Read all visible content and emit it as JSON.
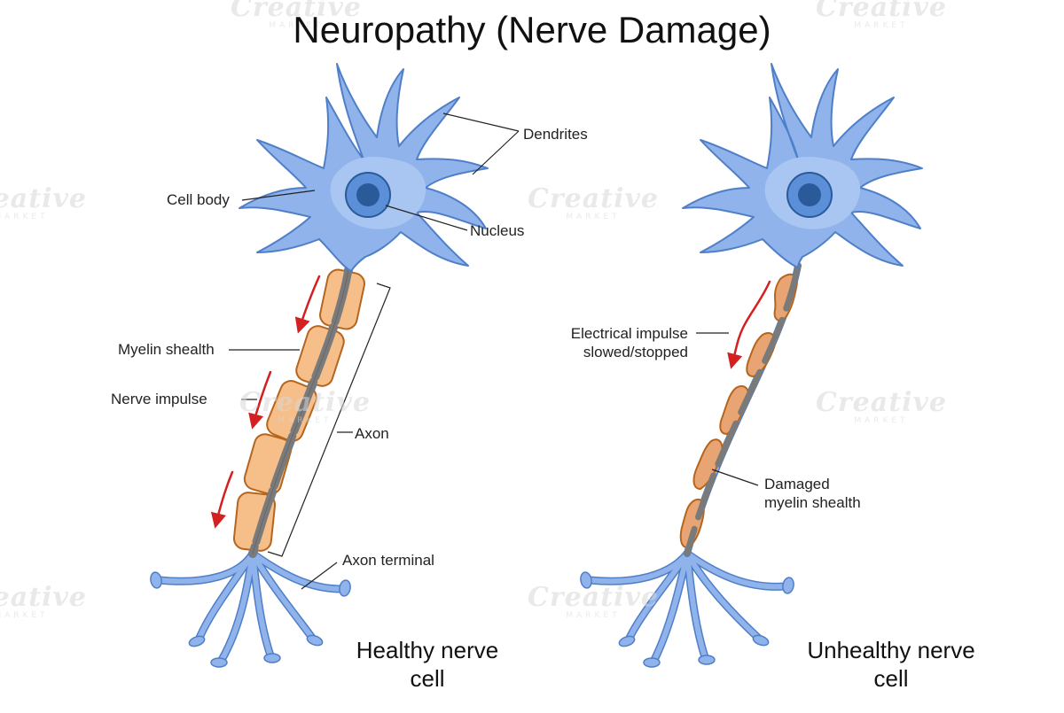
{
  "title": "Neuropathy (Nerve Damage)",
  "watermark": {
    "main": "Creative",
    "sub": "MARKET"
  },
  "healthy": {
    "caption_line1": "Healthy nerve",
    "caption_line2": "cell",
    "labels": {
      "dendrites": "Dendrites",
      "cell_body": "Cell body",
      "nucleus": "Nucleus",
      "myelin": "Myelin shealth",
      "impulse": "Nerve impulse",
      "axon": "Axon",
      "axon_terminal": "Axon terminal"
    }
  },
  "unhealthy": {
    "caption_line1": "Unhealthy nerve",
    "caption_line2": "cell",
    "labels": {
      "impulse_line1": "Electrical impulse",
      "impulse_line2": "slowed/stopped",
      "damaged_line1": "Damaged",
      "damaged_line2": "myelin shealth"
    }
  },
  "colors": {
    "neuron_fill": "#8fb3ea",
    "neuron_stroke": "#4f7fc8",
    "soma_inner": "#a9c6f3",
    "nucleus_outer": "#5b8fd8",
    "nucleus_inner": "#2a5a9a",
    "myelin_fill": "#f6bf8a",
    "myelin_stroke": "#b5651d",
    "axon_core": "#7a7a7a",
    "arrow": "#d42020",
    "leader": "#222222"
  }
}
